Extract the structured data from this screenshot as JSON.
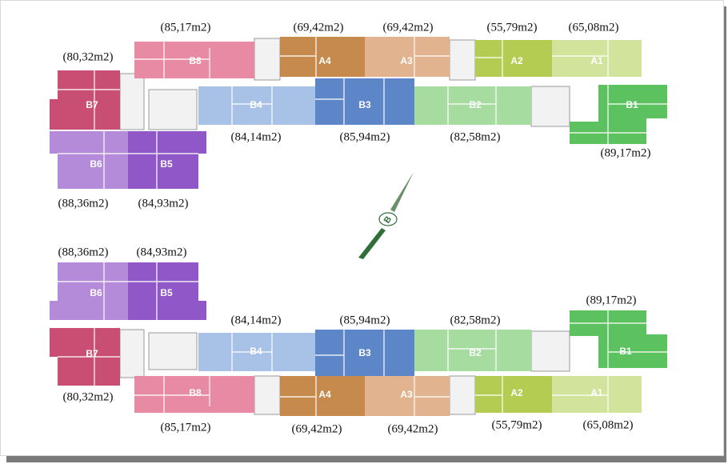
{
  "colors": {
    "B8": "#e88aa4",
    "A4": "#c58a4c",
    "A3": "#e2b38f",
    "A2": "#b4cc52",
    "A1": "#d2e39b",
    "B7": "#c94e74",
    "B4": "#a8c1e6",
    "B3": "#5d86c8",
    "B2": "#a7dca0",
    "B1": "#5cc25f",
    "B6": "#b48bd8",
    "B5": "#9057c8",
    "frame_shadow": "#7a7a7a",
    "core": "#f2f2f2"
  },
  "compass": {
    "label": "B"
  },
  "top_block": {
    "units": {
      "B8": {
        "code": "B8",
        "area": "(85,17m2)"
      },
      "A4": {
        "code": "A4",
        "area": "(69,42m2)"
      },
      "A3": {
        "code": "A3",
        "area": "(69,42m2)"
      },
      "A2": {
        "code": "A2",
        "area": "(55,79m2)"
      },
      "A1": {
        "code": "A1",
        "area": "(65,08m2)"
      },
      "B7": {
        "code": "B7",
        "area": "(80,32m2)"
      },
      "B4": {
        "code": "B4",
        "area": "(84,14m2)"
      },
      "B3": {
        "code": "B3",
        "area": "(85,94m2)"
      },
      "B2": {
        "code": "B2",
        "area": "(82,58m2)"
      },
      "B1": {
        "code": "B1",
        "area": "(89,17m2)"
      },
      "B6": {
        "code": "B6",
        "area": "(88,36m2)"
      },
      "B5": {
        "code": "B5",
        "area": "(84,93m2)"
      }
    }
  },
  "bottom_block": {
    "units": {
      "B6": {
        "code": "B6",
        "area": "(88,36m2)"
      },
      "B5": {
        "code": "B5",
        "area": "(84,93m2)"
      },
      "B7": {
        "code": "B7",
        "area": "(80,32m2)"
      },
      "B4": {
        "code": "B4",
        "area": "(84,14m2)"
      },
      "B3": {
        "code": "B3",
        "area": "(85,94m2)"
      },
      "B2": {
        "code": "B2",
        "area": "(82,58m2)"
      },
      "B1": {
        "code": "B1",
        "area": "(89,17m2)"
      },
      "B8": {
        "code": "B8",
        "area": "(85,17m2)"
      },
      "A4": {
        "code": "A4",
        "area": "(69,42m2)"
      },
      "A3": {
        "code": "A3",
        "area": "(69,42m2)"
      },
      "A2": {
        "code": "A2",
        "area": "(55,79m2)"
      },
      "A1": {
        "code": "A1",
        "area": "(65,08m2)"
      }
    }
  }
}
